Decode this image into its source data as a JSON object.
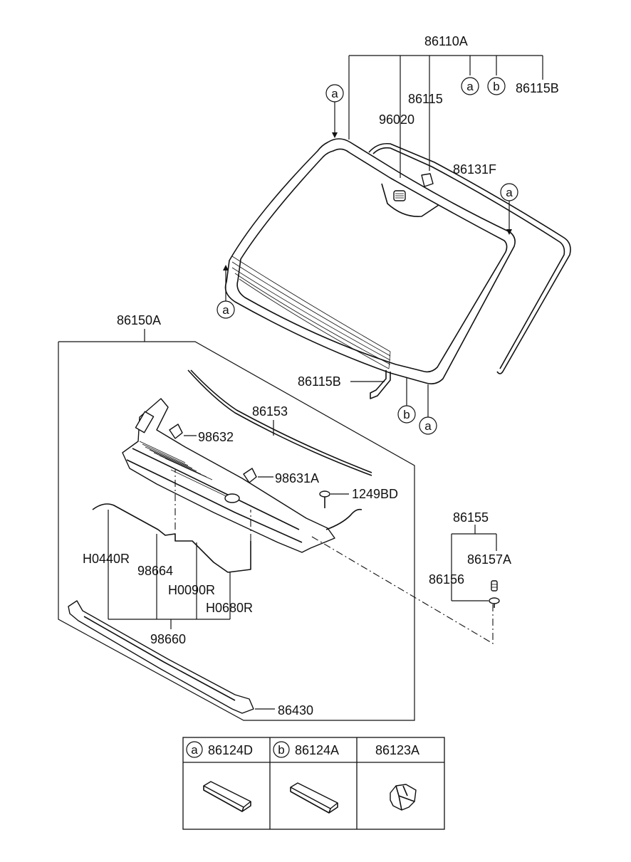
{
  "diagram": {
    "labels": {
      "windshield_assy": "86110A",
      "bracket_86115": "86115",
      "bracket_86115b_top": "86115B",
      "sensor_96020": "96020",
      "moulding_86131f": "86131F",
      "bracket_86115b_bottom": "86115B",
      "cowl_assy": "86150A",
      "weatherstrip_86153": "86153",
      "nozzle_98632": "98632",
      "nozzle_98631a": "98631A",
      "screw_1249bd": "1249BD",
      "hose_h0440r": "H0440R",
      "connector_98664": "98664",
      "hose_h0090r": "H0090R",
      "hose_h0680r": "H0680R",
      "hose_kit_98660": "98660",
      "cover_86430": "86430",
      "grille_86155": "86155",
      "clip_86157a": "86157A",
      "clip_86156": "86156"
    },
    "callouts": {
      "a": "a",
      "b": "b"
    }
  },
  "parts_table": {
    "columns": [
      {
        "callout": "a",
        "part_no": "86124D"
      },
      {
        "callout": "b",
        "part_no": "86124A"
      },
      {
        "callout": "",
        "part_no": "86123A"
      }
    ]
  }
}
